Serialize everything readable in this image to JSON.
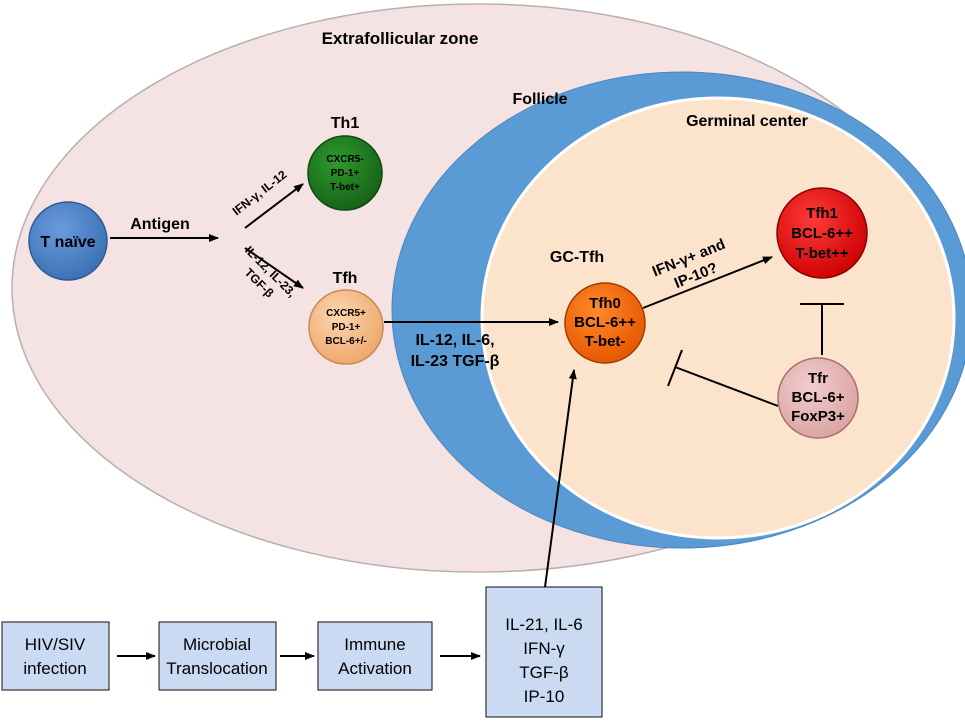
{
  "zones": {
    "extrafollicular": "Extrafollicular zone",
    "follicle": "Follicle",
    "germinal_center": "Germinal center"
  },
  "cells": {
    "t_naive": {
      "lines": [
        "T naïve"
      ],
      "color": "#4f86cf"
    },
    "th1": {
      "title": "Th1",
      "lines": [
        "CXCR5-",
        "PD-1+",
        "T-bet+"
      ],
      "color": "#1e7a1e"
    },
    "tfh": {
      "title": "Tfh",
      "lines": [
        "CXCR5+",
        "PD-1+",
        "BCL-6+/-"
      ],
      "color": "#f6c08e"
    },
    "tfh0": {
      "title": "GC-Tfh",
      "lines": [
        "Tfh0",
        "BCL-6++",
        "T-bet-"
      ],
      "color": "#ff6600"
    },
    "tfh1_gc": {
      "lines": [
        "Tfh1",
        "BCL-6++",
        "T-bet++"
      ],
      "color": "#ee1111"
    },
    "tfr": {
      "lines": [
        "Tfr",
        "BCL-6+",
        "FoxP3+"
      ],
      "color": "#e8b8b8"
    }
  },
  "labels": {
    "antigen": "Antigen",
    "ifn_il12": "IFN-γ, IL-12",
    "il12_il23_tgfb": [
      "IL-12, IL-23,",
      "TGF-β"
    ],
    "il12_il6_il23": [
      "IL-12, IL-6,",
      "IL-23 TGF-β"
    ],
    "ifn_ip10": [
      "IFN-γ+ and",
      "IP-10?"
    ]
  },
  "flow": {
    "boxes": [
      [
        "HIV/SIV",
        "infection"
      ],
      [
        "Microbial",
        "Translocation"
      ],
      [
        "Immune",
        "Activation"
      ],
      [
        "IL-21, IL-6",
        "IFN-γ",
        "TGF-β",
        "IP-10"
      ]
    ]
  },
  "colors": {
    "extrafollicular_fill": "#f5e2e2",
    "follicle_fill": "#5b9bd5",
    "germinal_center_fill": "#fce4cc",
    "flow_box_fill": "#c9daf2"
  }
}
